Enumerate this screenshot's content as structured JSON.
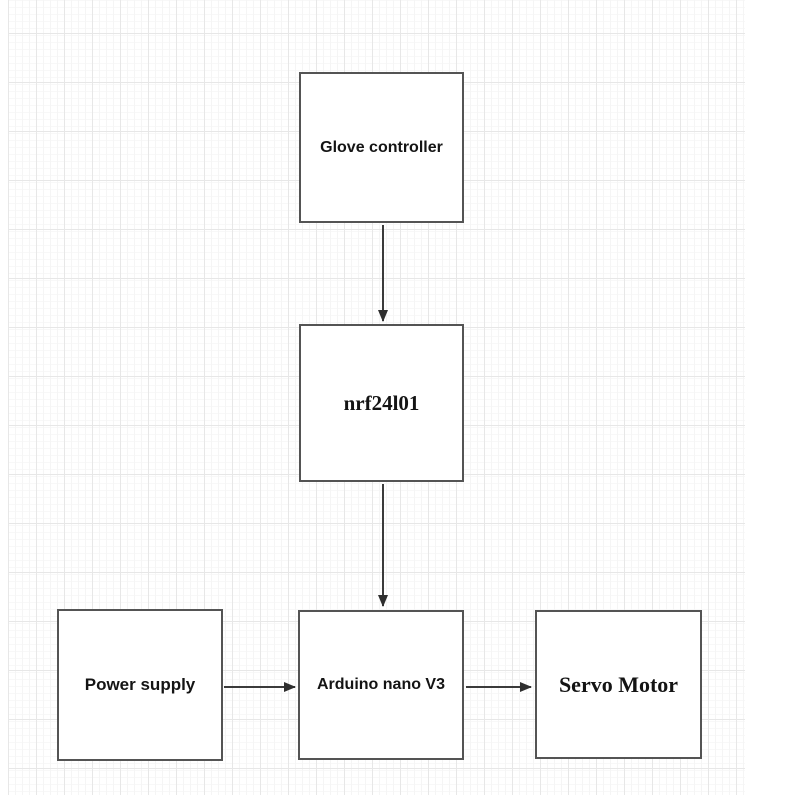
{
  "diagram": {
    "type": "flowchart",
    "background": {
      "fill": "#ffffff",
      "grid_minor_color": "#f5f5f5",
      "grid_major_color": "#e7e7e7"
    },
    "nodes": [
      {
        "id": "glove-controller",
        "label": "Glove controller",
        "shape": "rectangle",
        "fill": "#ffffff",
        "border_color": "#545454",
        "text_style": "bold-sans"
      },
      {
        "id": "nrf24l01",
        "label": "nrf24l01",
        "shape": "rectangle",
        "fill": "#ffffff",
        "border_color": "#545454",
        "text_style": "bold-serif"
      },
      {
        "id": "power-supply",
        "label": "Power supply",
        "shape": "rectangle",
        "fill": "#ffffff",
        "border_color": "#545454",
        "text_style": "bold-sans"
      },
      {
        "id": "arduino-nano-v3",
        "label": "Arduino nano V3",
        "shape": "rectangle",
        "fill": "#ffffff",
        "border_color": "#545454",
        "text_style": "bold-sans"
      },
      {
        "id": "servo-motor",
        "label": "Servo Motor",
        "shape": "rectangle",
        "fill": "#ffffff",
        "border_color": "#545454",
        "text_style": "bold-serif"
      }
    ],
    "edges": [
      {
        "from": "glove-controller",
        "to": "nrf24l01",
        "direction": "down",
        "style": "solid",
        "arrowhead": "filled-triangle"
      },
      {
        "from": "nrf24l01",
        "to": "arduino-nano-v3",
        "direction": "down",
        "style": "solid",
        "arrowhead": "filled-triangle"
      },
      {
        "from": "power-supply",
        "to": "arduino-nano-v3",
        "direction": "right",
        "style": "solid",
        "arrowhead": "filled-triangle"
      },
      {
        "from": "arduino-nano-v3",
        "to": "servo-motor",
        "direction": "right",
        "style": "solid",
        "arrowhead": "filled-triangle"
      }
    ],
    "edge_color": "#3b3b3b",
    "text_color": "#141414"
  }
}
